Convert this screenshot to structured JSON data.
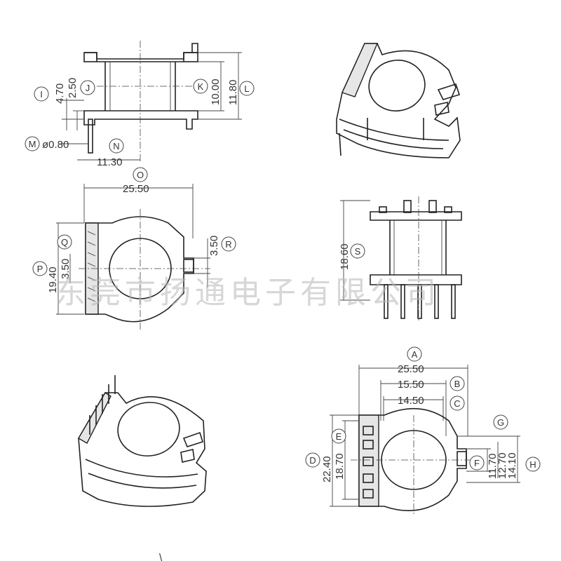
{
  "watermark": "东莞市扬通电子有限公司",
  "dims": {
    "I_val": "4.70",
    "J_val": "2.50",
    "K_val": "10.00",
    "L_val": "11.80",
    "M_val": "ø0.80",
    "N_val": "11.30",
    "O_val": "25.50",
    "P_val": "19.40",
    "Q_val": "3.50",
    "R_val": "3.50",
    "S_val": "18.60",
    "A_val": "25.50",
    "B_val": "15.50",
    "C_val": "14.50",
    "D_val": "22.40",
    "E_val": "18.70",
    "F_val": "11.70",
    "G_val": "12.70",
    "H_val": "14.10"
  },
  "letters": {
    "A": "A",
    "B": "B",
    "C": "C",
    "D": "D",
    "E": "E",
    "F": "F",
    "G": "G",
    "H": "H",
    "I": "I",
    "J": "J",
    "K": "K",
    "L": "L",
    "M": "M",
    "N": "N",
    "O": "O",
    "P": "P",
    "Q": "Q",
    "R": "R",
    "S": "S"
  },
  "bottom_mark": "\\"
}
